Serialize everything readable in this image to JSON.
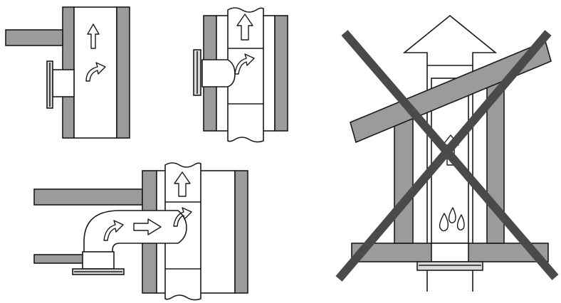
{
  "diagram": {
    "panels": [
      {
        "name": "correct-installation-side-wall",
        "status": "correct"
      },
      {
        "name": "correct-installation-in-shaft",
        "status": "correct"
      },
      {
        "name": "correct-installation-with-elbow",
        "status": "correct"
      },
      {
        "name": "incorrect-installation-through-roof",
        "status": "incorrect"
      }
    ],
    "colors": {
      "wall": "#9b9b9b",
      "outline": "#1a1a1a",
      "cross": "#4a4a4a",
      "hood": "#d9d9d9",
      "background": "#ffffff"
    },
    "icons": [
      "up-arrow-icon",
      "curved-arrow-icon",
      "right-arrow-icon",
      "water-drops-icon",
      "cross-out-icon"
    ]
  }
}
